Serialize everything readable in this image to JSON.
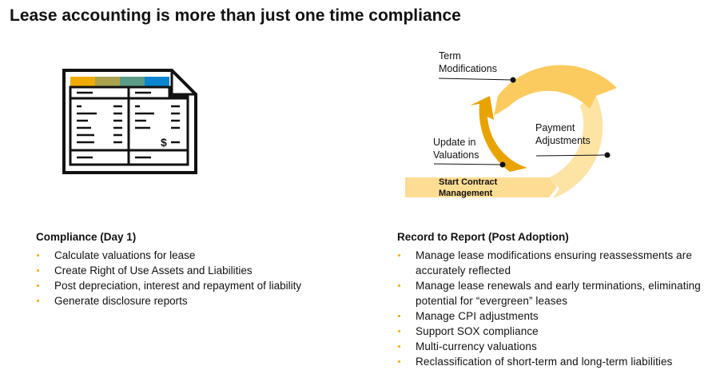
{
  "title": "Lease accounting is more than just one time compliance",
  "icons": {
    "document": "spreadsheet-document-icon",
    "header_colors": [
      "#f0ab00",
      "#a9a24f",
      "#5c9c86",
      "#0a85d0"
    ],
    "currency_glyph": "$"
  },
  "diagram": {
    "colors": {
      "term_arc": "#fccb5f",
      "payment_arc": "#fde3a4",
      "valuation_arc": "#e9a300",
      "start_arrow": "#fddc93"
    },
    "labels": {
      "term_line1": "Term",
      "term_line2": "Modifications",
      "payment_line1": "Payment",
      "payment_line2": "Adjustments",
      "update_line1": "Update in",
      "update_line2": "Valuations",
      "start_line1": "Start Contract",
      "start_line2": "Management"
    }
  },
  "compliance": {
    "heading": "Compliance (Day 1)",
    "items": [
      "Calculate valuations for lease",
      "Create Right of Use Assets and Liabilities",
      "Post depreciation, interest and repayment of liability",
      "Generate disclosure reports"
    ]
  },
  "record_to_report": {
    "heading": "Record to Report (Post Adoption)",
    "items": [
      "Manage lease modifications ensuring reassessments are accurately reflected",
      "Manage lease renewals and early terminations, eliminating potential for “evergreen” leases",
      "Manage CPI adjustments",
      "Support SOX compliance",
      "Multi-currency valuations",
      "Reclassification of short-term and long-term liabilities"
    ]
  }
}
